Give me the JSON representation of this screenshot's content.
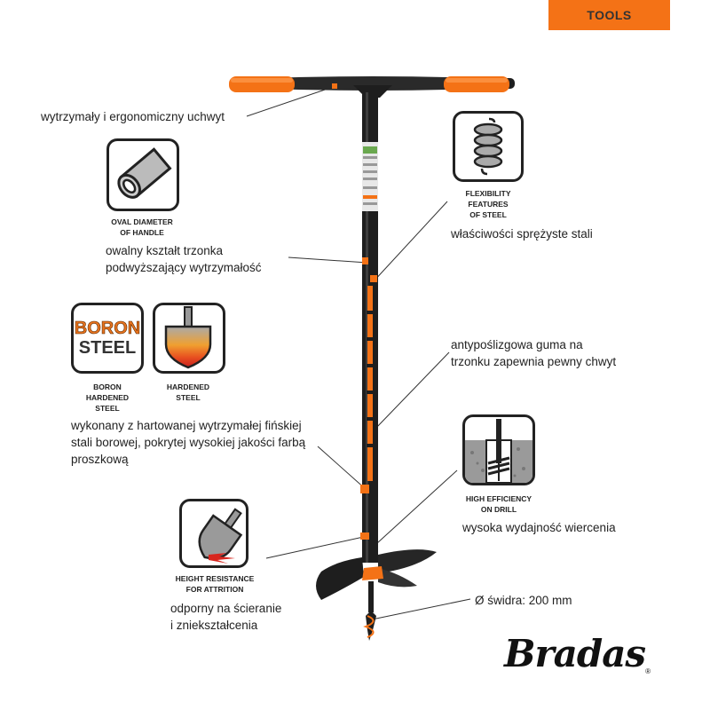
{
  "category_tab": "TOOLS",
  "brand": {
    "name": "Bradas",
    "registered": "®"
  },
  "features": {
    "handle": {
      "caption": "wytrzymały i ergonomiczny uchwyt"
    },
    "oval": {
      "icon": "oval-tube-icon",
      "label_lines": [
        "OVAL DIAMETER",
        "OF HANDLE"
      ],
      "caption_lines": [
        "owalny kształt trzonka",
        "podwyższający wytrzymałość"
      ]
    },
    "flexibility": {
      "icon": "spring-icon",
      "label_lines": [
        "FLEXIBILITY",
        "FEATURES",
        "OF STEEL"
      ],
      "caption": "właściwości sprężyste stali"
    },
    "boron": {
      "icon_text_top": "BORON",
      "icon_text_bottom": "STEEL",
      "label_lines": [
        "BORON",
        "HARDENED",
        "STEEL"
      ]
    },
    "hardened": {
      "icon": "hardened-shovel-icon",
      "label_lines": [
        "HARDENED",
        "STEEL"
      ]
    },
    "steel_caption_lines": [
      "wykonany z hartowanej wytrzymałej fińskiej",
      "stali borowej, pokrytej wysokiej jakości farbą",
      "proszkową"
    ],
    "grip": {
      "caption_lines": [
        "antypoślizgowa guma na",
        "trzonku zapewnia pewny chwyt"
      ]
    },
    "drill": {
      "icon": "drill-in-soil-icon",
      "label_lines": [
        "HIGH EFFICIENCY",
        "ON DRILL"
      ],
      "caption": "wysoka wydajność wiercenia"
    },
    "attrition": {
      "icon": "worn-shovel-icon",
      "label_lines": [
        "HEIGHT RESISTANCE",
        "FOR ATTRITION"
      ],
      "caption_lines": [
        "odporny na ścieranie",
        "i zniekształcenia"
      ]
    },
    "diameter": {
      "caption": "Ø świdra: 200 mm"
    }
  },
  "colors": {
    "accent": "#f47216",
    "dark": "#1e1e1e",
    "red": "#d8261e"
  }
}
